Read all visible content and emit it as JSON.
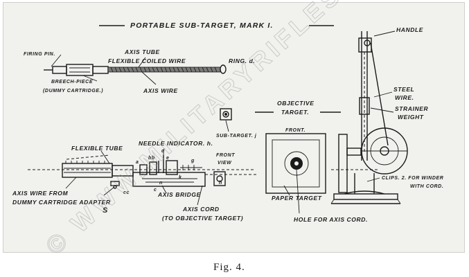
{
  "title": "PORTABLE SUB-TARGET, MARK I.",
  "caption": "Fig. 4.",
  "watermark": "© WWW.MILITARYRIFLES.CO.UK",
  "labels": {
    "firing_pin": "FIRING PIN.",
    "axis_tube": "AXIS TUBE",
    "flexible_coiled_wire": "FLEXIBLE COILED WIRE",
    "ring_d": "RING. d.",
    "breech_piece": "BREECH-PIECE",
    "dummy_cartridge": "(DUMMY CARTRIDGE.)",
    "axis_wire": "AXIS WIRE",
    "objective_target": "OBJECTIVE",
    "objective_target_2": "TARGET.",
    "front": "FRONT.",
    "sub_target_j": "SUB-TARGET. j",
    "needle_indicator": "NEEDLE INDICATOR. h.",
    "flexible_tube": "FLEXIBLE TUBE",
    "front_view": "FRONT",
    "front_view_2": "VIEW",
    "axis_wire_from": "AXIS WIRE FROM",
    "dummy_cartridge_adapter": "DUMMY CARTRIDGE ADAPTER",
    "s_letter": "S",
    "axis_bridge": "AXIS BRIDGE",
    "axis_cord": "AXIS CORD",
    "to_objective_target": "(TO OBJECTIVE TARGET)",
    "paper_target": "PAPER TARGET",
    "hole_for_axis_cord": "HOLE FOR AXIS CORD.",
    "handle": "HANDLE",
    "steel_wire": "STEEL",
    "steel_wire_2": "WIRE.",
    "strainer_weight": "STRAINER",
    "strainer_weight_2": "WEIGHT",
    "clips": "CLIPS. 2. FOR WINDER",
    "clips_2": "WITH CORD.",
    "letter_a": "a",
    "letter_bb": "bb",
    "letter_d": "d",
    "letter_e": "e",
    "letter_g": "g",
    "letter_h": "h",
    "letter_cc": "cc",
    "letter_n": "n",
    "letter_c": "c",
    "letter_k": "k"
  }
}
